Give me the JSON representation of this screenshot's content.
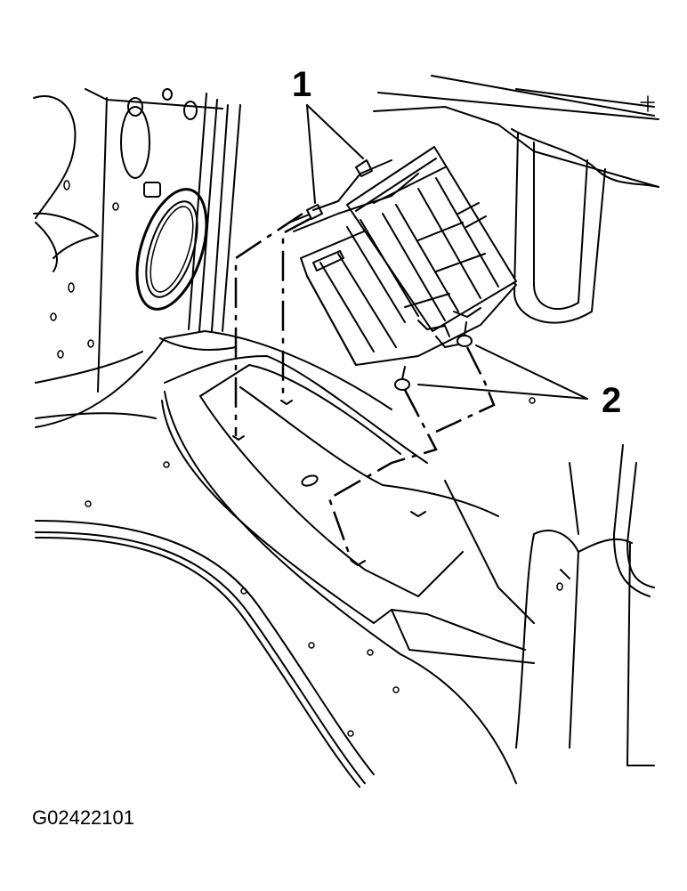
{
  "callouts": {
    "one": "1",
    "two": "2"
  },
  "figure_id": "G02422101",
  "colors": {
    "line": "#000000",
    "background": "#ffffff"
  }
}
